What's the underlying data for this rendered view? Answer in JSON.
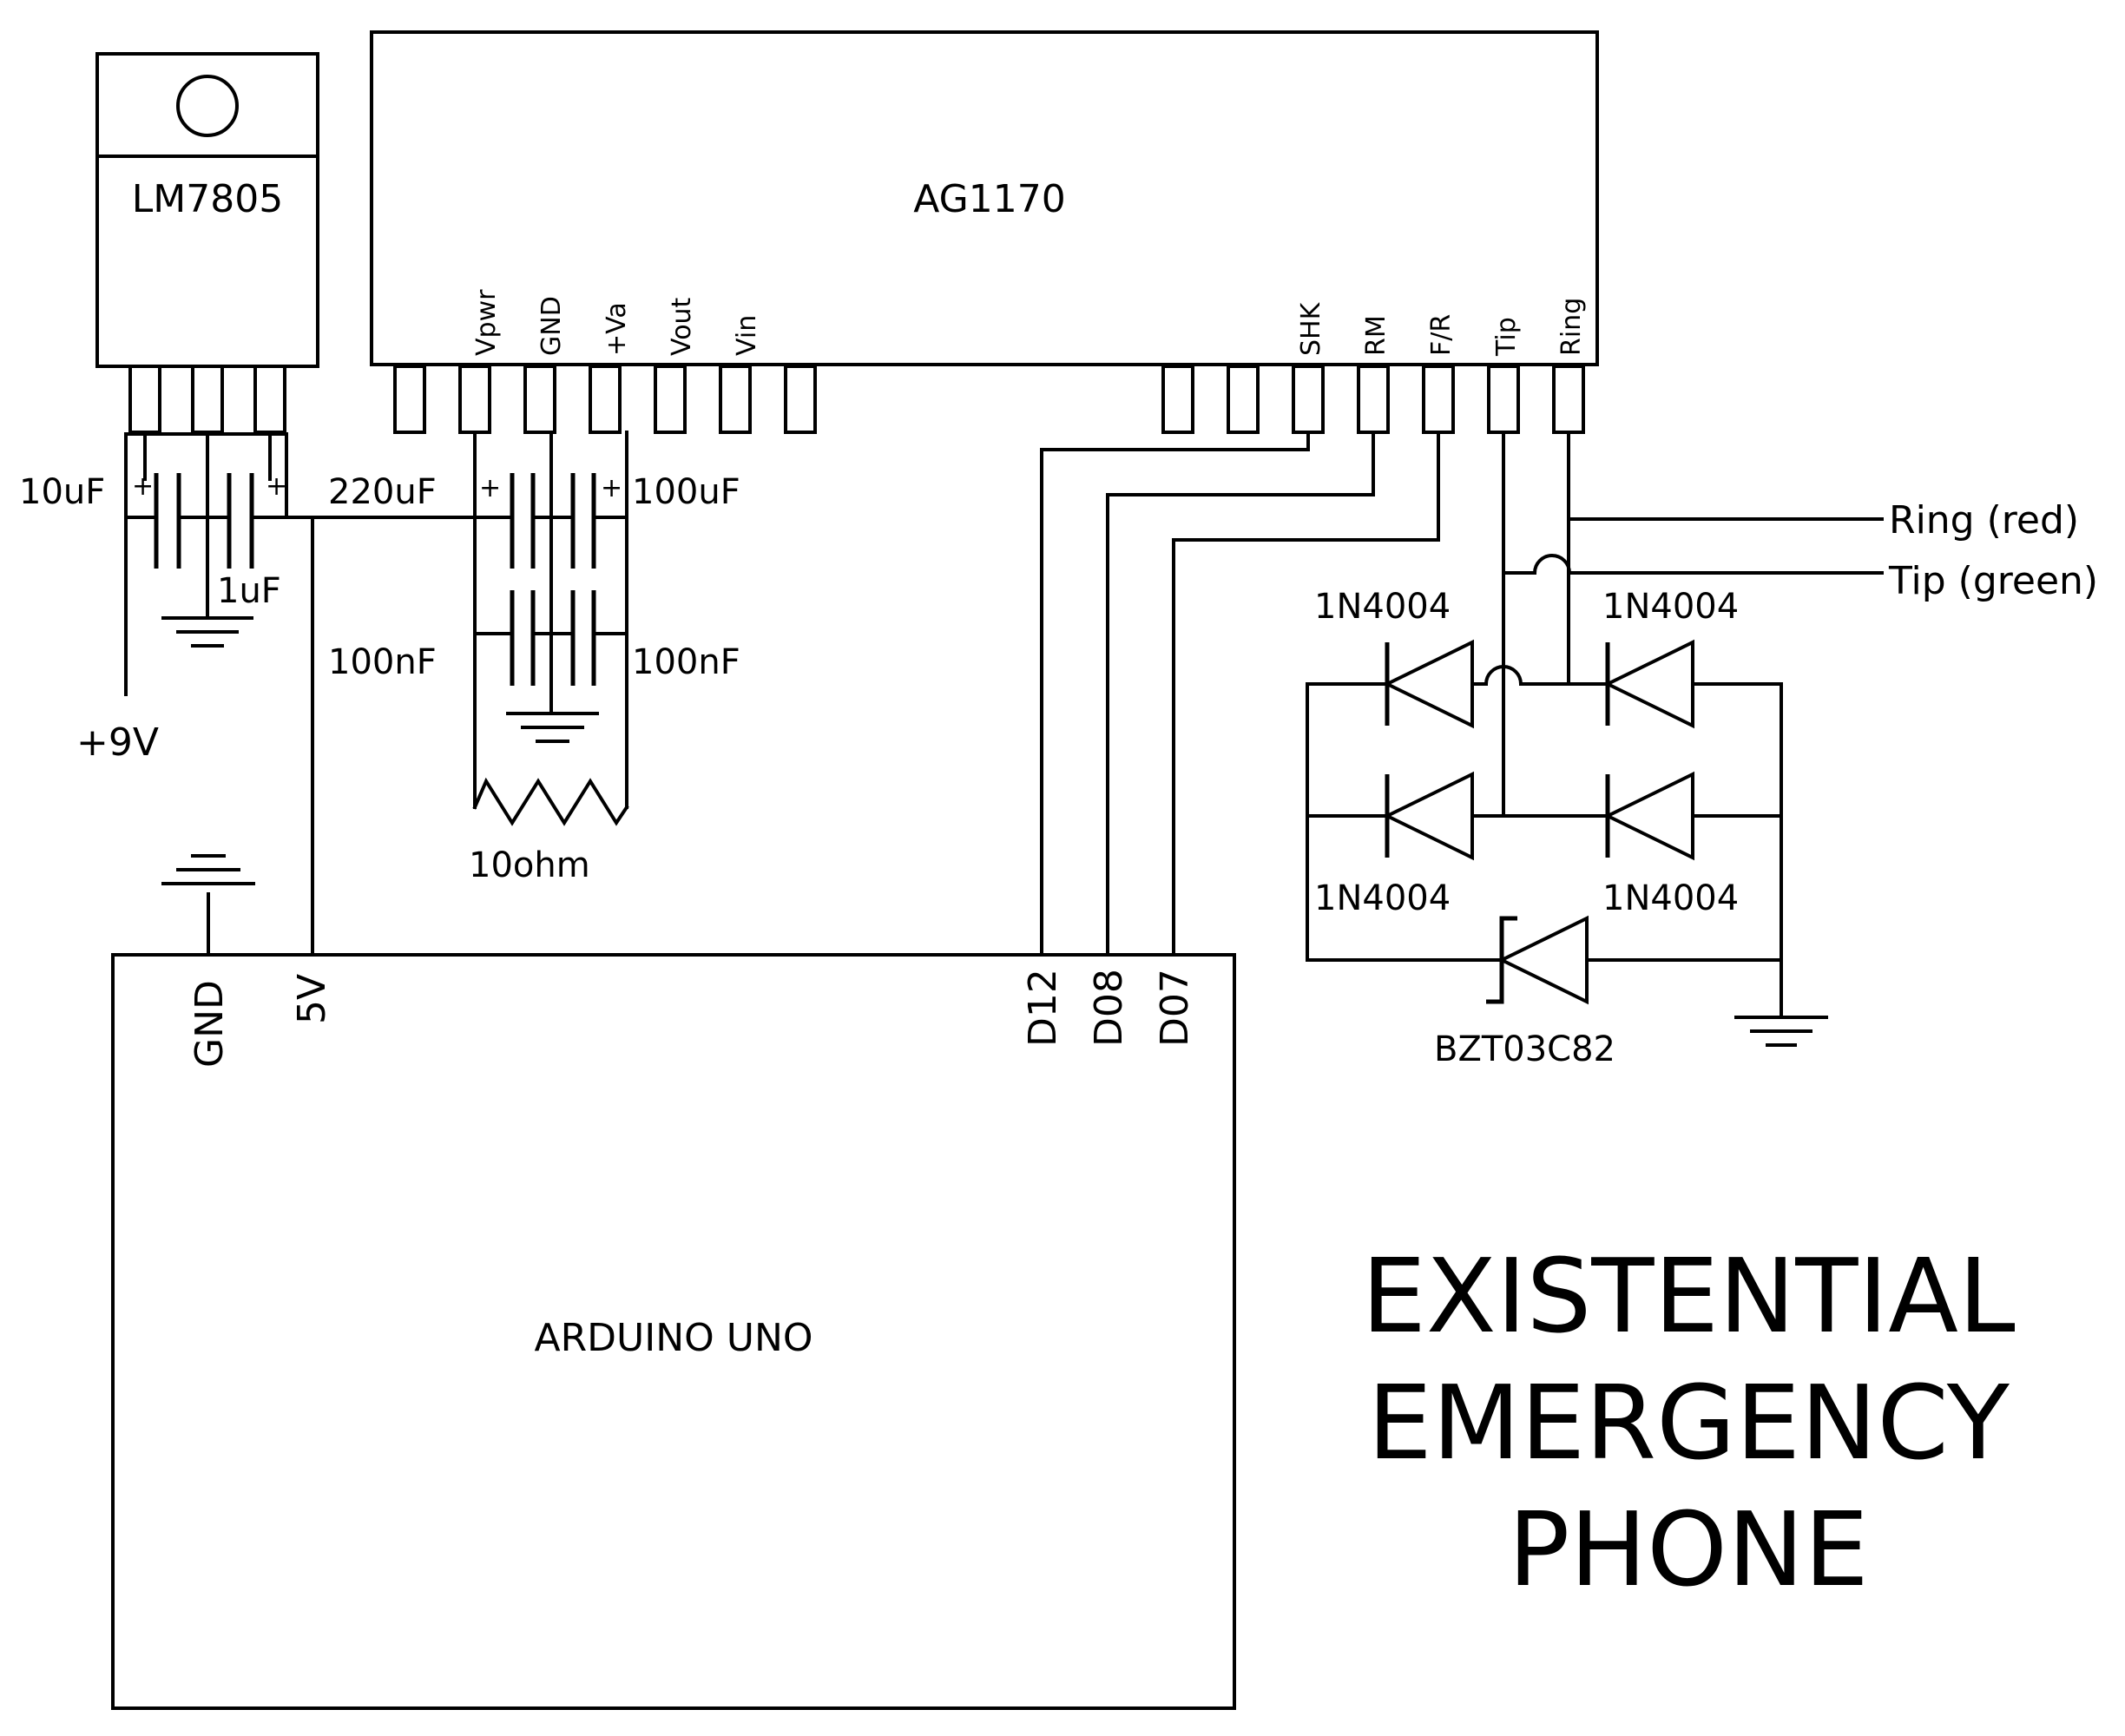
{
  "title": {
    "line1": "EXISTENTIAL",
    "line2": "EMERGENCY",
    "line3": "PHONE"
  },
  "components": {
    "regulator": "LM7805",
    "slic": "AG1170",
    "board": "ARDUINO UNO",
    "zener": "BZT03C82",
    "diode_label": "1N4004",
    "resistor": "10ohm"
  },
  "capacitors": {
    "c_in": "10uF",
    "c_reg": "1uF",
    "c_bulk": "220uF",
    "c_va": "100uF",
    "c_dec_left": "100nF",
    "c_dec_right": "100nF",
    "plus": "+"
  },
  "slic_pins": {
    "vpwr": "Vpwr",
    "gnd": "GND",
    "va": "+Va",
    "vout": "Vout",
    "vin": "Vin",
    "shk": "SHK",
    "rm": "RM",
    "fr": "F/R",
    "tip": "Tip",
    "ring": "Ring"
  },
  "arduino_pins": {
    "gnd": "GND",
    "v5": "5V",
    "d12": "D12",
    "d08": "D08",
    "d07": "D07"
  },
  "supply": {
    "input": "+9V"
  },
  "outputs": {
    "ring": "Ring (red)",
    "tip": "Tip (green)"
  }
}
